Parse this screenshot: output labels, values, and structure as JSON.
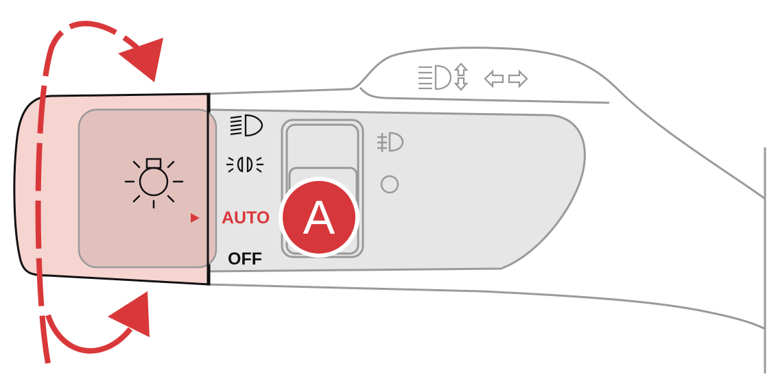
{
  "labels": {
    "auto": "AUTO",
    "off": "OFF"
  },
  "callout": {
    "letter": "A"
  },
  "colors": {
    "accent_red": "#d9383a",
    "knob_pink": "#f6d4d0",
    "knob_inner": "#e2c1bd",
    "panel_grey": "#e6e6e6",
    "outline_grey": "#9a9a9a"
  },
  "icons": [
    "high-beam-icon",
    "parking-lights-icon",
    "headlight-auto-icon",
    "front-fog-light-icon",
    "indicator-light-icon",
    "high-beam-flash-icon",
    "turn-signal-arrows-icon",
    "rotate-arrow-icon",
    "position-marker-icon"
  ]
}
